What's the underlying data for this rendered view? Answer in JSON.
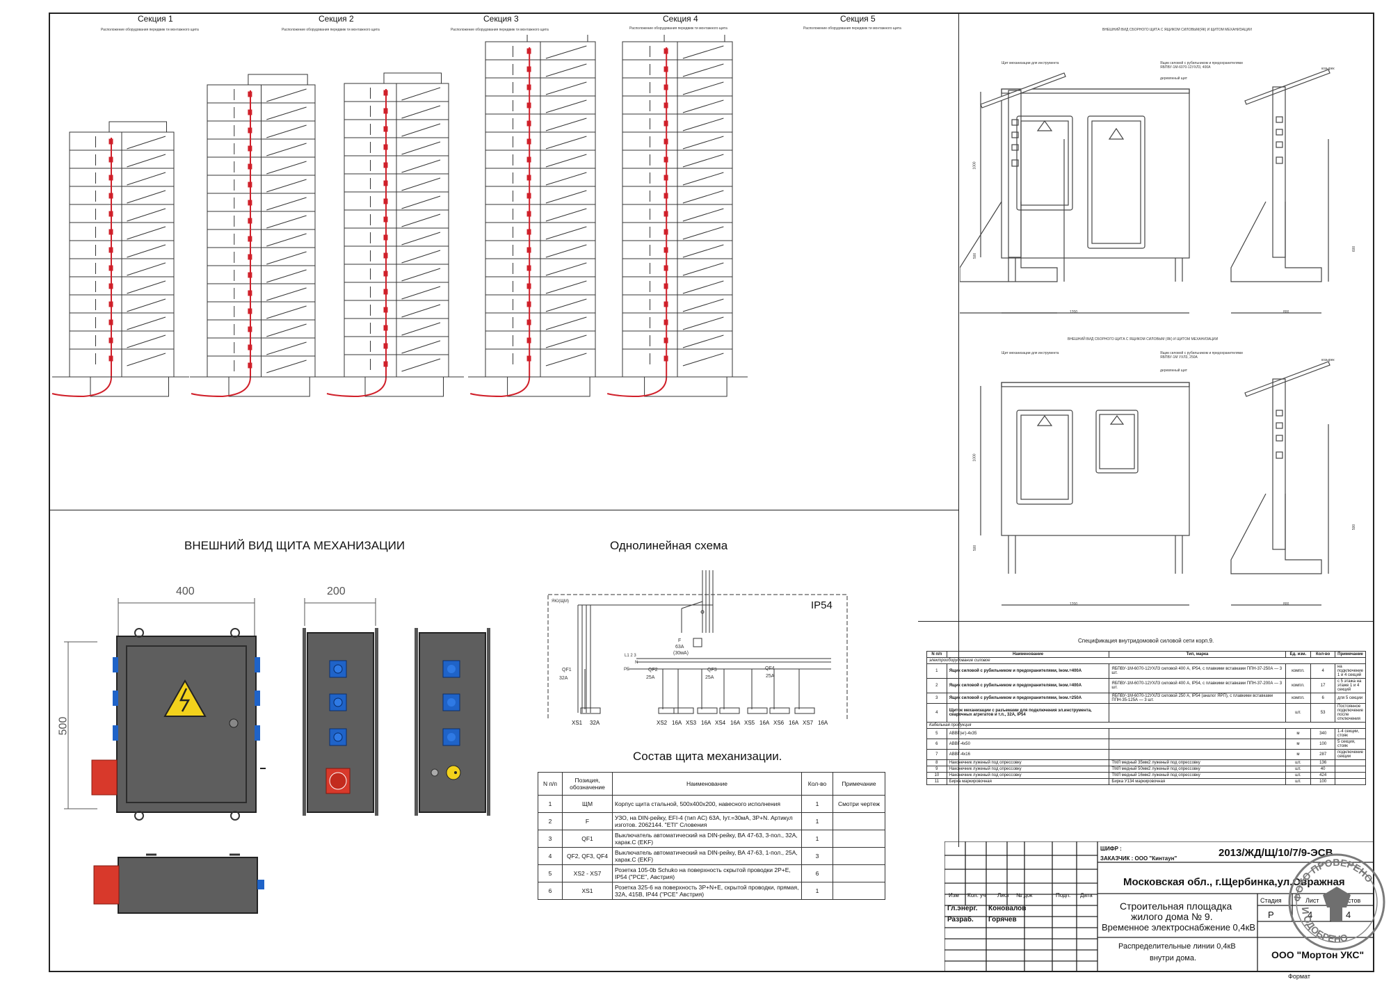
{
  "sections": [
    {
      "title": "Секция 1",
      "subtitle": "Расположение оборудования передвиж ти монтажного щита"
    },
    {
      "title": "Секция 2",
      "subtitle": "Расположение оборудования передвиж ти монтажного щита"
    },
    {
      "title": "Секция 3",
      "subtitle": "Расположение оборудования передвиж ти монтажного щита"
    },
    {
      "title": "Секция 4",
      "subtitle": "Расположение оборудования передвиж ти монтажного щита"
    },
    {
      "title": "Секция 5",
      "subtitle": "Расположение оборудования передвиж ти монтажного щита"
    }
  ],
  "right_views": {
    "top_title": "ВНЕШНИЙ ВИД СБОРНОГО ЩИТА С ЯЩИКОМ СИЛОВЫМ(ЯК) И ЩИТОМ МЕХАНИЗАЦИИ",
    "bottom_title": "ВНЕШНИЙ ВИД СБОРНОГО ЩИТА С ЯЩИКОМ СИЛОВЫМ (ЯК) И ЩИТОМ МЕХАНИЗАЦИИ",
    "label_tool_panel": "Щит механизации для инструмента",
    "label_power_box_top": "Ящик силовой с рубильником и предохранителями ЯБПВУ-1М-6070-12УХЛ3, 400А",
    "label_power_box_bottom": "Ящик силовой с рубильником и предохранителями ЯБПВУ-1М УХЛ3, 250А",
    "label_wood": "деревянный щит",
    "label_canopy": "козырек",
    "dim_1000": "1000",
    "dim_500": "500",
    "dim_600": "600",
    "dim_1200": "1200",
    "dim_800": "800"
  },
  "mech_panel": {
    "title": "ВНЕШНИЙ ВИД ЩИТА МЕХАНИЗАЦИИ",
    "dim_width": "400",
    "dim_depth": "200",
    "dim_height": "500"
  },
  "schema": {
    "title": "Однолинейная схема",
    "ip": "IP54",
    "box_label": "ЯЮ(ЩМ)",
    "left_breaker": "QF1",
    "left_rating": "32A",
    "uzo_label": "F",
    "uzo_rating": "63A",
    "uzo_ma": "(30мА)",
    "bus_label": "L1 2 3",
    "n_label": "N",
    "pe_label": "PE",
    "qf2": "QF2",
    "qf2_r": "25A",
    "qf3": "QF3",
    "qf3_r": "25A",
    "qf4": "QF4",
    "qf4_r": "25A",
    "sockets": [
      "XS1",
      "32A",
      "XS2",
      "16A",
      "XS3",
      "16A",
      "XS4",
      "16A",
      "XS5",
      "16A",
      "XS6",
      "16A",
      "XS7",
      "16A"
    ]
  },
  "composition": {
    "title": "Состав щита механизации.",
    "headers": [
      "N п/п",
      "Позиция, обозначение",
      "Наименование",
      "Кол-во",
      "Примечание"
    ],
    "rows": [
      [
        "1",
        "ЩМ",
        "Корпус щита стальной, 500х400х200, навесного исполнения",
        "1",
        "Смотри чертеж"
      ],
      [
        "2",
        "F",
        "УЗО, на DIN-рейку, EFI-4 (тип АС) 63А, Iут.=30мА, 3Р+N. Артикул изготов. 2062144. \"ETI\" Словения",
        "1",
        ""
      ],
      [
        "3",
        "QF1",
        "Выключатель автоматический на DIN-рейку, ВА 47-63, 3-пол., 32А, харак.С (EKF)",
        "1",
        ""
      ],
      [
        "4",
        "QF2, QF3, QF4",
        "Выключатель автоматический на DIN-рейку, ВА 47-63, 1-пол., 25А, харак.С (EKF)",
        "3",
        ""
      ],
      [
        "5",
        "XS2 - XS7",
        "Розетка 105-0b Schuko на поверхность скрытой проводки 2P+E, IP54 (\"PCE\", Австрия)",
        "6",
        ""
      ],
      [
        "6",
        "XS1",
        "Розетка 325-6 на поверхность 3P+N+E, скрытой проводки, прямая, 32А, 415В, IP44 (\"PCE\" Австрия)",
        "1",
        ""
      ]
    ]
  },
  "spec": {
    "title": "Спецификация внутридомовой силовой сети корп.9.",
    "headers": [
      "N п/п",
      "Наименование",
      "Тип, марка",
      "Ед. изм.",
      "Кол-во",
      "Примечание"
    ],
    "group1": "электрооборудование силовое",
    "rows1": [
      [
        "1",
        "Ящик силовой с рубильником и предохранителями, Iном.=400А",
        "ЯБПВУ-1М-6070-12УХЛ3 силовой 400 А, IP54, с плавкими вставками ППН-37-250А — 3 шт.",
        "компл.",
        "4",
        "на подключение 1 и 4 секций"
      ],
      [
        "2",
        "Ящик силовой с рубильником и предохранителями, Iном.=400А",
        "ЯБПВУ-1М-6070-12УХЛ3 силовой 400 А, IP54, с плавкими вставками ППН-37-200А — 3 шт.",
        "компл.",
        "17",
        "с 5 этажа на этаже 1 и 4 секций"
      ],
      [
        "3",
        "Ящик силовой с рубильником и предохранителями, Iном.=250А",
        "ЯБПВУ-1М-6070-12УХЛ3 силовой 250 А, IP54 (аналог ЯРП), с плавкими вставками ППН-35-125А — 3 шт.",
        "компл.",
        "6",
        "для 5 секции"
      ],
      [
        "4",
        "Щиток механизации с разъемами для подключения эл.инструмента, сварочных агрегатов и т.п., 32А, IP54",
        "",
        "шт.",
        "53",
        "Постоянное подключение после отключения"
      ]
    ],
    "group2": "Кабельная продукция",
    "rows2": [
      [
        "5",
        "АВВГ(нг)-4х35",
        "",
        "м",
        "340",
        "1-4 секции, стояк"
      ],
      [
        "6",
        "АВВГ-4х50",
        "",
        "м",
        "100",
        "5 секция, стояк"
      ],
      [
        "7",
        "АВВГ-4х16",
        "",
        "м",
        "287",
        "подключение секции"
      ],
      [
        "8",
        "Наконечник луженый под опрессовку",
        "ТМЛ медный 35мм2 луженый под опрессовку",
        "шт.",
        "136",
        ""
      ],
      [
        "9",
        "Наконечник луженый под опрессовку",
        "ТМЛ медный 50мм2 луженый под опрессовку",
        "шт.",
        "40",
        ""
      ],
      [
        "10",
        "Наконечник луженый под опрессовку",
        "ТМЛ медный 16мм2 луженый под опрессовку",
        "шт.",
        "424",
        ""
      ],
      [
        "11",
        "Бирка маркировочная",
        "Бирка У134 маркировочная",
        "шт.",
        "100",
        ""
      ]
    ]
  },
  "title_block": {
    "cipher_label": "ШИФР :",
    "cipher": "2013/ЖД/Щ/10/7/9-ЭСВ",
    "customer": "ЗАКАЗЧИК : ООО \"Кинтаун\"",
    "address": "Московская обл., г.Щербинка,ул.Овражная",
    "project_line1": "Строительная площадка",
    "project_line2": "жилого дома № 9.",
    "project_line3": "Временное электроснабжение 0,4кВ",
    "sheet_desc1": "Распределительные линии 0,4кВ",
    "sheet_desc2": "внутри дома.",
    "company": "ООО \"Мортон УКС\"",
    "col_izm": "Изм",
    "col_kol": "Кол. уч",
    "col_list": "Лист",
    "col_ndok": "№ док",
    "col_podp": "Подп.",
    "col_data": "Дата",
    "role1": "Гл.энерг.",
    "name1": "Коновалов",
    "role2": "Разраб.",
    "name2": "Горячев",
    "stage_label": "Стадия",
    "sheet_label": "Лист",
    "sheets_label": "Листов",
    "stage": "Р",
    "sheet": "4",
    "sheets": "4",
    "format": "Формат"
  },
  "stamp": {
    "line1": "ФОТО ПРОВЕРЕНО",
    "line2": "И ОДОБРЕНО"
  },
  "colors": {
    "cable": "#d0202a",
    "line": "#444444",
    "panel": "#5a5a5a",
    "socket_blue": "#1f63c8"
  }
}
